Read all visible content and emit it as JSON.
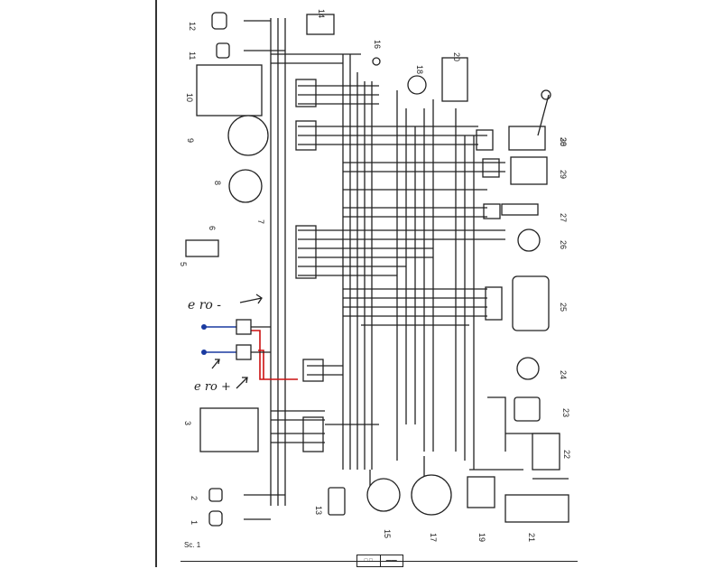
{
  "diagram": {
    "caption": "Sc. 1",
    "footer_left": "□ □",
    "footer_right": "▬▬",
    "annotations": {
      "minus": "e ro  -",
      "plus": "e ro  +"
    },
    "components": [
      {
        "num": "1"
      },
      {
        "num": "2"
      },
      {
        "num": "3"
      },
      {
        "num": "5"
      },
      {
        "num": "6"
      },
      {
        "num": "7"
      },
      {
        "num": "8"
      },
      {
        "num": "9"
      },
      {
        "num": "10"
      },
      {
        "num": "11"
      },
      {
        "num": "12"
      },
      {
        "num": "13"
      },
      {
        "num": "14"
      },
      {
        "num": "15"
      },
      {
        "num": "16"
      },
      {
        "num": "17"
      },
      {
        "num": "18"
      },
      {
        "num": "19"
      },
      {
        "num": "20"
      },
      {
        "num": "21"
      },
      {
        "num": "22"
      },
      {
        "num": "23"
      },
      {
        "num": "24"
      },
      {
        "num": "25"
      },
      {
        "num": "26"
      },
      {
        "num": "27"
      },
      {
        "num": "28"
      },
      {
        "num": "29"
      },
      {
        "num": "30"
      }
    ],
    "colors": {
      "wire": "#222222",
      "red_wire": "#cc1111",
      "blue_wire": "#1a3aa0"
    }
  }
}
